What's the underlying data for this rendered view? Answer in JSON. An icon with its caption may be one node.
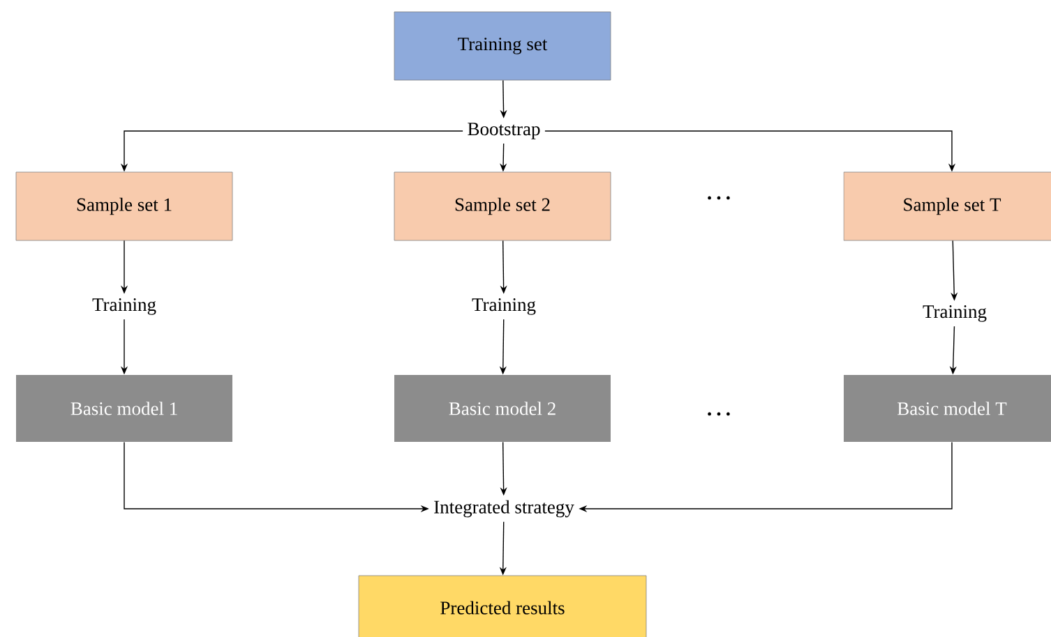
{
  "diagram": {
    "nodes": [
      {
        "text": [
          "Training  set"
        ]
      },
      {
        "text": [
          "Bootstrap"
        ]
      },
      {
        "text": [
          "Sample set 1"
        ]
      },
      {
        "text": [
          "Sample set 2"
        ]
      },
      {
        "text": [
          "Sample set T"
        ]
      },
      {
        "text": [
          "Training"
        ]
      },
      {
        "text": [
          "Training"
        ]
      },
      {
        "text": [
          "Training"
        ]
      },
      {
        "text": [
          "Basic model 1"
        ]
      },
      {
        "text": [
          "Basic model 2"
        ]
      },
      {
        "text": [
          "Basic model T"
        ]
      },
      {
        "text": [
          "Integrated strategy"
        ]
      },
      {
        "text": [
          "Predicted results"
        ]
      }
    ],
    "edges": [
      {
        "from": 0,
        "to": 1,
        "arrow": "to"
      },
      {
        "from": 1,
        "to": 2,
        "arrow": "to"
      },
      {
        "from": 1,
        "to": 3,
        "arrow": "to"
      },
      {
        "from": 1,
        "to": 4,
        "arrow": "to"
      },
      {
        "from": 2,
        "to": 5,
        "arrow": "to"
      },
      {
        "from": 3,
        "to": 6,
        "arrow": "to"
      },
      {
        "from": 4,
        "to": 7,
        "arrow": "to"
      },
      {
        "from": 5,
        "to": 8,
        "arrow": "to"
      },
      {
        "from": 6,
        "to": 9,
        "arrow": "to"
      },
      {
        "from": 7,
        "to": 10,
        "arrow": "to"
      },
      {
        "from": 8,
        "to": 11,
        "arrow": "to"
      },
      {
        "from": 9,
        "to": 11,
        "arrow": "to"
      },
      {
        "from": 10,
        "to": 11,
        "arrow": "to"
      },
      {
        "from": 11,
        "to": 12,
        "arrow": "to"
      }
    ],
    "labels": [
      "…",
      "…"
    ]
  }
}
